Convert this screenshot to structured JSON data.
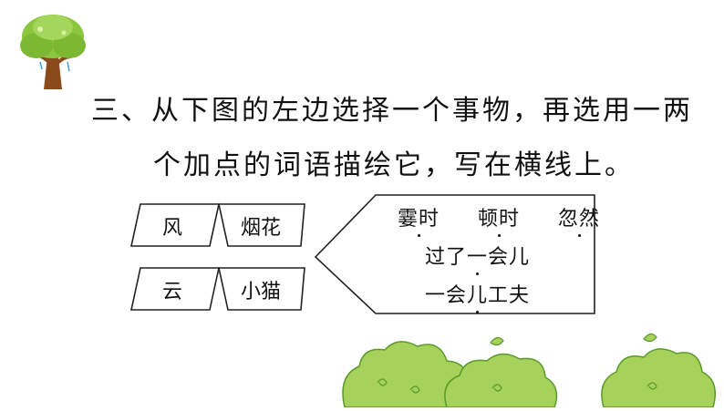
{
  "question": {
    "line1": "三、从下图的左边选择一个事物，再选用一两",
    "line2": "个加点的词语描绘它，写在横线上。"
  },
  "left_items": {
    "row1_left": "风",
    "row1_right": "烟花",
    "row2_left": "云",
    "row2_right": "小猫"
  },
  "phrases": {
    "row1": [
      "霎时",
      "顿时",
      "忽然"
    ],
    "row2": "过了一会儿",
    "row3": "一会儿工夫"
  },
  "colors": {
    "tree_foliage": "#8cc63f",
    "tree_trunk": "#8b4a1c",
    "bush_fill": "#a6d15a",
    "bush_outline": "#5a9a2a"
  }
}
